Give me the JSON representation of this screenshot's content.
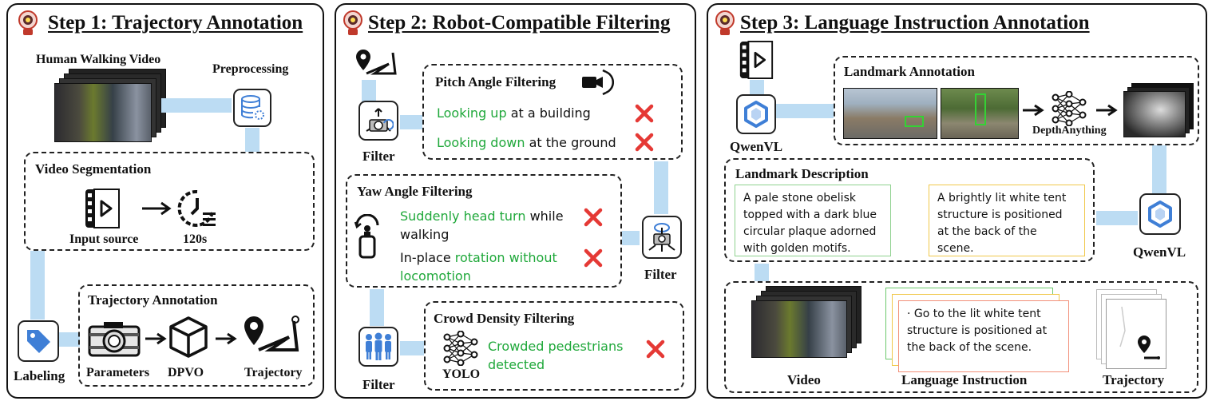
{
  "step1": {
    "title": "Step 1: Trajectory Annotation",
    "human_video_label": "Human Walking Video",
    "preprocessing_label": "Preprocessing",
    "segmentation_title": "Video Segmentation",
    "input_source_label": "Input source",
    "duration_label": "120s",
    "trajectory_annotation_title": "Trajectory Annotation",
    "labeling_label": "Labeling",
    "parameters_label": "Parameters",
    "dpvo_label": "DPVO",
    "trajectory_label": "Trajectory"
  },
  "step2": {
    "title": "Step 2: Robot-Compatible Filtering",
    "pitch_title": "Pitch Angle Filtering",
    "pitch_1_green": "Looking up",
    "pitch_1_rest": " at a building",
    "pitch_2_green": "Looking down",
    "pitch_2_rest": " at  the ground",
    "filter_label_1": "Filter",
    "yaw_title": "Yaw Angle Filtering",
    "yaw_1_green": "Suddenly head turn",
    "yaw_1_rest": " while walking",
    "yaw_2_prefix": "In-place ",
    "yaw_2_green": "rotation without locomotion",
    "filter_label_2": "Filter",
    "crowd_title": "Crowd Density Filtering",
    "yolo_label": "YOLO",
    "crowd_green": "Crowded pedestrians detected",
    "filter_label_3": "Filter"
  },
  "step3": {
    "title": "Step 3: Language Instruction Annotation",
    "qwen_label_1": "QwenVL",
    "landmark_annotation_title": "Landmark Annotation",
    "depth_label": "DepthAnything",
    "landmark_description_title": "Landmark Description",
    "desc_1": "A pale stone obelisk topped with a dark blue circular plaque adorned with golden motifs.",
    "desc_2": "A brightly lit white tent structure is positioned at the back of the scene.",
    "qwen_label_2": "QwenVL",
    "instruction_text": "·  Go to the lit white tent structure is positioned at the back of the scene.",
    "video_label": "Video",
    "language_instruction_label": "Language Instruction",
    "trajectory_label": "Trajectory"
  },
  "colors": {
    "pipe": "#bcdcf3",
    "green": "#1fa83a",
    "red_x": "#e53935",
    "accent_blue": "#3f7fd6"
  }
}
